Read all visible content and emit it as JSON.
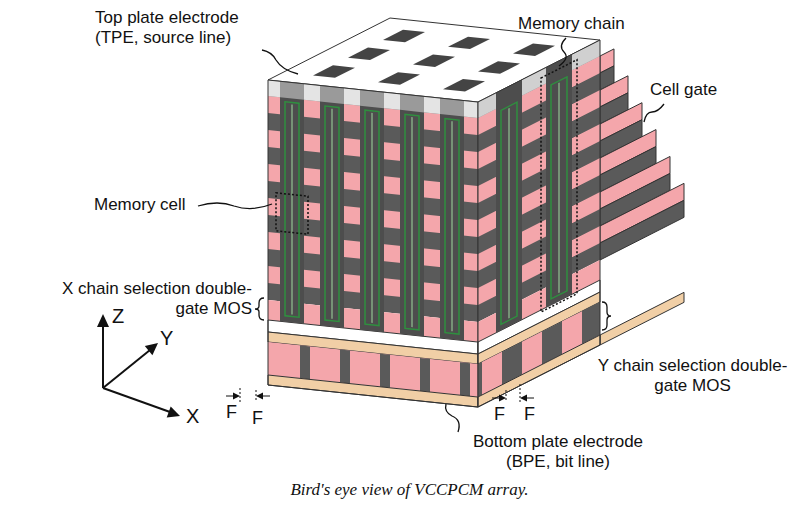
{
  "diagram": {
    "caption": "Bird's eye view of VCCPCM array.",
    "labels": [
      "Top plate electrode (TPE, source line)",
      "Memory chain",
      "Cell gate",
      "Memory cell",
      "X chain selection double-gate MOS",
      "Y chain selection double-gate MOS",
      "Bottom plate electrode (BPE, bit line)",
      "Z",
      "Y",
      "X",
      "F",
      "F",
      "F",
      "F"
    ]
  }
}
